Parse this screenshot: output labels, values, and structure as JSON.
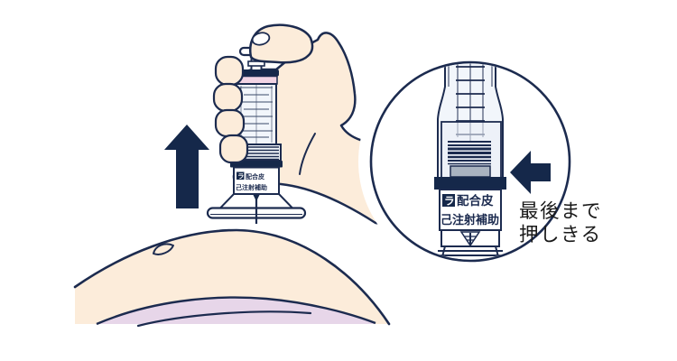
{
  "colors": {
    "outline_navy": "#1c2b4f",
    "arrow_navy": "#15284a",
    "skin_peach": "#fcecda",
    "clothing_lavender": "#e7d6e9",
    "band_pink": "#f2d4e4",
    "stopper_gray": "#a9b3c0",
    "device_blue_white": "#f2f6fb",
    "caption_text": "#1a1a1a",
    "background": "#ffffff"
  },
  "device_label": {
    "badge": "ラ",
    "line1_rest": "配合皮",
    "line2": "己注射補助"
  },
  "magnifier": {
    "caption_line1": "最後まで",
    "caption_line2": "押しきる"
  },
  "icons": {
    "up_arrow": "arrow-up",
    "left_arrow": "arrow-left"
  }
}
